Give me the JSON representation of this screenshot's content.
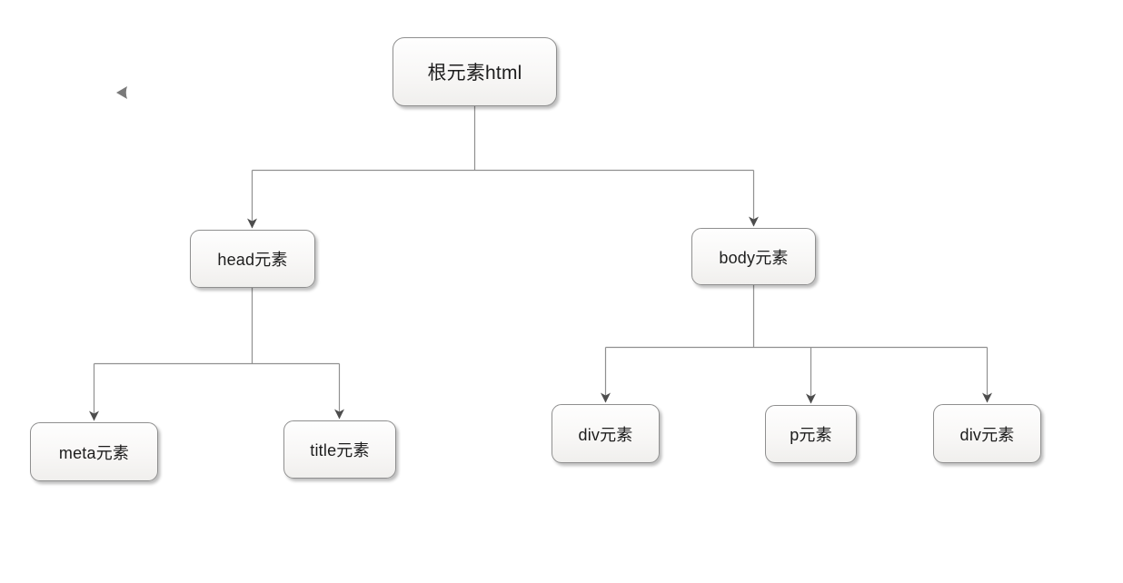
{
  "page": {
    "background": "#ffffff"
  },
  "viewer": {
    "back_icon": "left-triangle",
    "back_icon_color": "#7a7a7a"
  },
  "diagram": {
    "type": "tree",
    "description": "HTML document element tree",
    "colors": {
      "line": "#909090",
      "arrowhead": "#4d4d4d",
      "node_border": "#8f8f8f",
      "node_fill_top": "#fefefe",
      "node_fill_bottom": "#f0efed",
      "node_text": "#1d1d1d"
    },
    "nodes": [
      {
        "id": "html",
        "label": "根元素html"
      },
      {
        "id": "head",
        "label": "head元素"
      },
      {
        "id": "body",
        "label": "body元素"
      },
      {
        "id": "meta",
        "label": "meta元素"
      },
      {
        "id": "title",
        "label": "title元素"
      },
      {
        "id": "div-1",
        "label": "div元素"
      },
      {
        "id": "p",
        "label": "p元素"
      },
      {
        "id": "div-2",
        "label": "div元素"
      }
    ],
    "edges": [
      {
        "from": "html",
        "to": "head"
      },
      {
        "from": "html",
        "to": "body"
      },
      {
        "from": "head",
        "to": "meta"
      },
      {
        "from": "head",
        "to": "title"
      },
      {
        "from": "body",
        "to": "div-1"
      },
      {
        "from": "body",
        "to": "p"
      },
      {
        "from": "body",
        "to": "div-2"
      }
    ]
  }
}
